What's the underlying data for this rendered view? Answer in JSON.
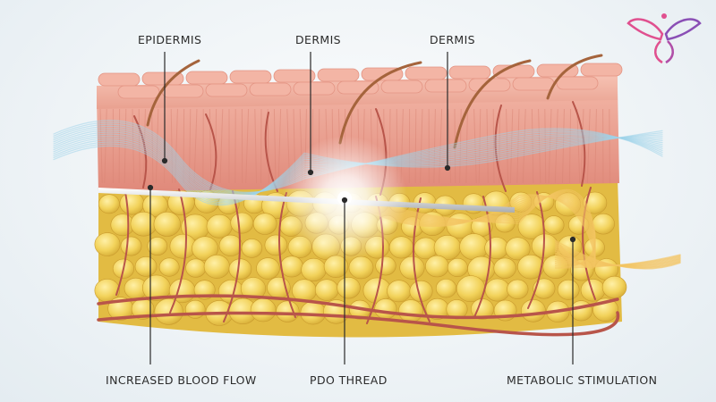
{
  "labels": {
    "epidermis": "EPIDERMIS",
    "dermis_left": "DERMIS",
    "dermis_right": "DERMIS",
    "blood_flow": "INCREASED BLOOD FLOW",
    "pdo_thread": "PDO THREAD",
    "metabolic": "METABOLIC STIMULATION"
  },
  "colors": {
    "epidermis_top": "#eea897",
    "dermis": "#e79a8a",
    "fat": "#f2d25a",
    "fat_shadow": "#d9b23a",
    "vessel": "#b8554a",
    "hair": "#a5643c",
    "thread": "#d8dadc",
    "flow_blue": "#9fd3ea",
    "flow_gold": "#f3c463",
    "logo_pink": "#e0508f",
    "logo_purple": "#8a4fb5"
  },
  "icons": {
    "logo": "butterfly-logo-icon"
  }
}
